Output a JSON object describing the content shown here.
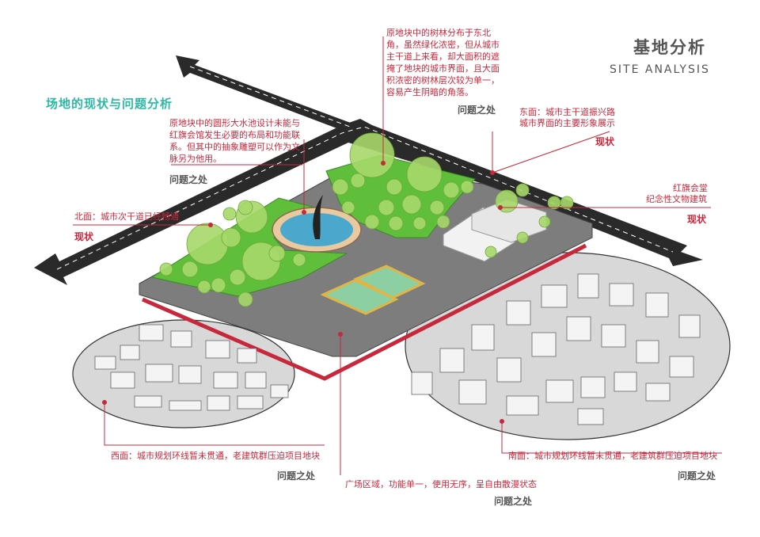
{
  "header": {
    "title_cn": "基地分析",
    "title_en": "SITE ANALYSIS"
  },
  "section_title": "场地的现状与问题分析",
  "annotations": {
    "north_forest": "原地块中的树林分布于东北角，虽然绿化浓密，但从城市主干道上来看，却大面积的遮掩了地块的城市界面，且大面积浓密的树林层次较为单一，容易产生阴暗的角落。",
    "north_forest_tag": "问题之处",
    "pool": "原地块中的圆形大水池设计未能与红旗会馆发生必要的布局和功能联系。但其中的抽象雕塑可以作为文脉另为他用。",
    "pool_tag": "问题之处",
    "east_line1": "东面：城市主干道振兴路",
    "east_line2": "城市界面的主要形象展示",
    "east_tag": "现状",
    "hall_line1": "红旗会堂",
    "hall_line2": "纪念性文物建筑",
    "hall_tag": "现状",
    "north_road": "北面：城市次干道已经畅通",
    "north_road_tag": "现状",
    "west": "西面：城市规划环线暂未贯通，老建筑群压迫项目地块",
    "west_tag": "问题之处",
    "south": "南面：城市规划环线暂未贯通，老建筑群压迫项目地块",
    "south_tag": "问题之处",
    "plaza": "广场区域，功能单一，使用无序，呈自由散漫状态",
    "plaza_tag": "问题之处"
  },
  "colors": {
    "accent_red": "#c8283c",
    "teal": "#2eb7a2",
    "road": "#2a2a2a",
    "site_gray": "#7d7d7d",
    "grass": "#5fbf3a",
    "block_gray": "#dcdcdc",
    "water": "#4aa8cc"
  }
}
